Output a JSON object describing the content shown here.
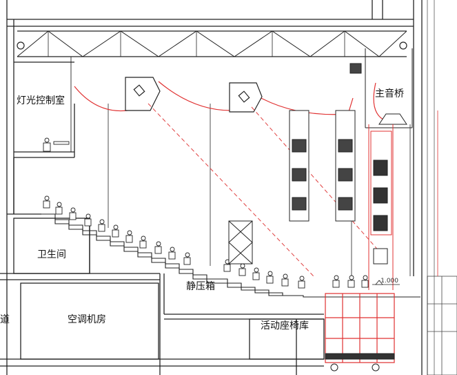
{
  "labels": {
    "lighting_control_room": "灯光控制室",
    "main_speaker_bridge": "主音桥",
    "restroom": "卫生间",
    "plenum_box": "静压箱",
    "hvac_room": "空调机房",
    "movable_seat_storage": "活动座椅库",
    "corridor_partial": "道",
    "level_mark": "-1.000"
  },
  "colors": {
    "line": "#222222",
    "red": "#e03030",
    "red_dashed": "#e04040",
    "gray": "#777777"
  }
}
